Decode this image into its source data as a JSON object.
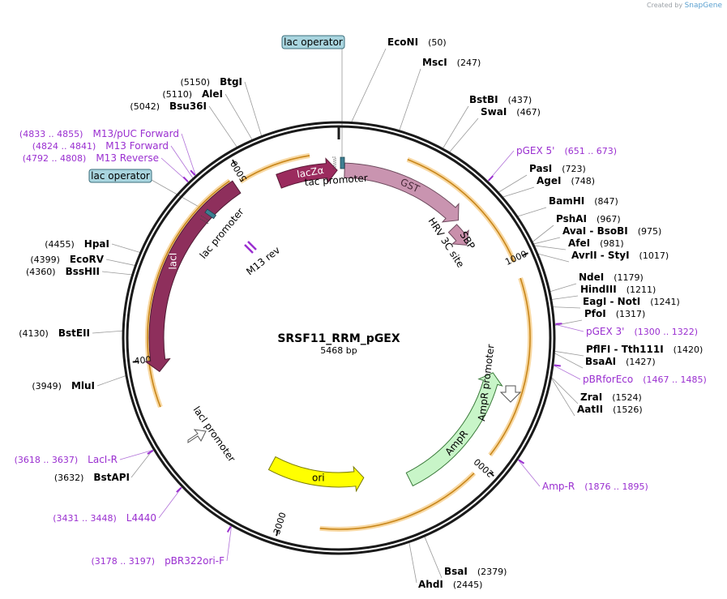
{
  "credit": {
    "prefix": "Created by",
    "brand": "SnapGene"
  },
  "plasmid": {
    "name": "SRSF11_RRM_pGEX",
    "length": "5468 bp",
    "length_bp": 5468
  },
  "colors": {
    "lacZa": "#9b2b5e",
    "lacI": "#8e2f5c",
    "GST": "#c994b0",
    "SBP": "#c98fab",
    "AmpR": "#c8f5c8",
    "ori": "#ffff00",
    "primer": "#9a2fd0",
    "annotation_box": "#a9d5df",
    "backbone": "#1a1a1a"
  },
  "ticks": [
    {
      "bp": 1000,
      "label": "1000"
    },
    {
      "bp": 2000,
      "label": "2000"
    },
    {
      "bp": 3000,
      "label": "3000"
    },
    {
      "bp": 4000,
      "label": "4000"
    },
    {
      "bp": 5000,
      "label": "5000"
    }
  ],
  "features": [
    {
      "name": "lacZα",
      "color": "#9b2b5e"
    },
    {
      "name": "GST",
      "color": "#c994b0"
    },
    {
      "name": "lacI",
      "color": "#8e2f5c"
    },
    {
      "name": "AmpR",
      "color": "#c8f5c8"
    },
    {
      "name": "ori",
      "color": "#ffff00"
    }
  ],
  "feature_labels": {
    "tac_promoter": "tac promoter",
    "lac_promoter": "lac promoter",
    "laci_promoter": "lacI promoter",
    "ampr_promoter": "AmpR promoter",
    "hrv_site": "HRV 3C site",
    "sbp": "SBP",
    "m13_rev": "M13 rev"
  },
  "boxes": [
    {
      "label": "lac operator"
    },
    {
      "label": "lac operator"
    }
  ],
  "enzymes": [
    {
      "name": "EcoNI",
      "pos": "(50)"
    },
    {
      "name": "MscI",
      "pos": "(247)"
    },
    {
      "name": "BstBI",
      "pos": "(437)"
    },
    {
      "name": "SwaI",
      "pos": "(467)"
    },
    {
      "name": "PasI",
      "pos": "(723)"
    },
    {
      "name": "AgeI",
      "pos": "(748)"
    },
    {
      "name": "BamHI",
      "pos": "(847)"
    },
    {
      "name": "PshAI",
      "pos": "(967)"
    },
    {
      "name": "AvaI  - BsoBI",
      "pos": "(975)"
    },
    {
      "name": "AfeI",
      "pos": "(981)"
    },
    {
      "name": "AvrII  - StyI",
      "pos": "(1017)"
    },
    {
      "name": "NdeI",
      "pos": "(1179)"
    },
    {
      "name": "HindIII",
      "pos": "(1211)"
    },
    {
      "name": "EagI  - NotI",
      "pos": "(1241)"
    },
    {
      "name": "PfoI",
      "pos": "(1317)"
    },
    {
      "name": "PflFI  - Tth111I",
      "pos": "(1420)"
    },
    {
      "name": "BsaAI",
      "pos": "(1427)"
    },
    {
      "name": "ZraI",
      "pos": "(1524)"
    },
    {
      "name": "AatII",
      "pos": "(1526)"
    },
    {
      "name": "BsaI",
      "pos": "(2379)"
    },
    {
      "name": "AhdI",
      "pos": "(2445)"
    },
    {
      "name": "BstAPI",
      "pos": "(3632)"
    },
    {
      "name": "MluI",
      "pos": "(3949)"
    },
    {
      "name": "BstEII",
      "pos": "(4130)"
    },
    {
      "name": "BssHII",
      "pos": "(4360)"
    },
    {
      "name": "EcoRV",
      "pos": "(4399)"
    },
    {
      "name": "HpaI",
      "pos": "(4455)"
    },
    {
      "name": "Bsu36I",
      "pos": "(5042)"
    },
    {
      "name": "AleI",
      "pos": "(5110)"
    },
    {
      "name": "BtgI",
      "pos": "(5150)"
    }
  ],
  "primers": [
    {
      "name": "pGEX 5'",
      "range": "(651 .. 673)"
    },
    {
      "name": "pGEX 3'",
      "range": "(1300 .. 1322)"
    },
    {
      "name": "pBRforEco",
      "range": "(1467 .. 1485)"
    },
    {
      "name": "Amp-R",
      "range": "(1876 .. 1895)"
    },
    {
      "name": "pBR322ori-F",
      "range": "(3178 .. 3197)"
    },
    {
      "name": "L4440",
      "range": "(3431 .. 3448)"
    },
    {
      "name": "LacI-R",
      "range": "(3618 .. 3637)"
    },
    {
      "name": "M13 Reverse",
      "range": "(4792 .. 4808)"
    },
    {
      "name": "M13 Forward",
      "range": "(4824 .. 4841)"
    },
    {
      "name": "M13/pUC Forward",
      "range": "(4833 .. 4855)"
    }
  ]
}
